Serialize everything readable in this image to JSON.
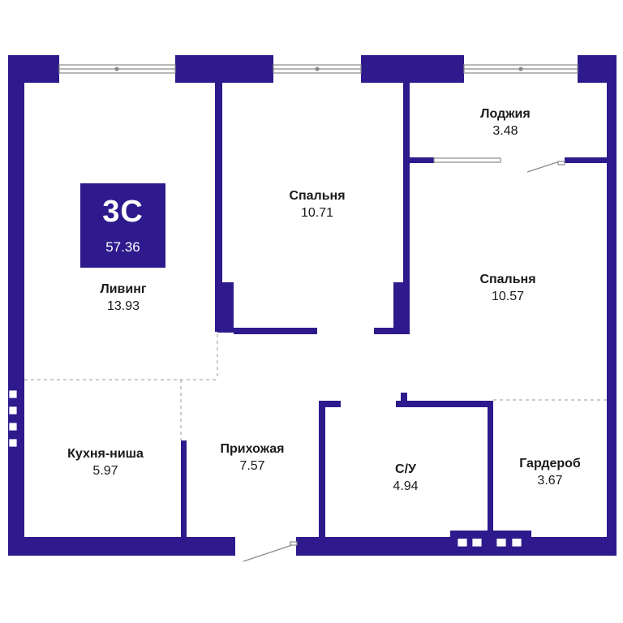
{
  "badge": {
    "code": "3С",
    "total_area": "57.36"
  },
  "rooms": [
    {
      "id": "living",
      "name": "Ливинг",
      "area": "13.93"
    },
    {
      "id": "bedroom1",
      "name": "Спальня",
      "area": "10.71"
    },
    {
      "id": "loggia",
      "name": "Лоджия",
      "area": "3.48"
    },
    {
      "id": "bedroom2",
      "name": "Спальня",
      "area": "10.57"
    },
    {
      "id": "kitchen",
      "name": "Кухня-ниша",
      "area": "5.97"
    },
    {
      "id": "hallway",
      "name": "Прихожая",
      "area": "7.57"
    },
    {
      "id": "bathroom",
      "name": "С/У",
      "area": "4.94"
    },
    {
      "id": "wardrobe",
      "name": "Гардероб",
      "area": "3.67"
    }
  ],
  "colors": {
    "wall": "#2e1a8c",
    "background": "#ffffff",
    "text": "#1a1a1a",
    "dashed": "#9a9a9a",
    "window": "#8a8a8a"
  }
}
